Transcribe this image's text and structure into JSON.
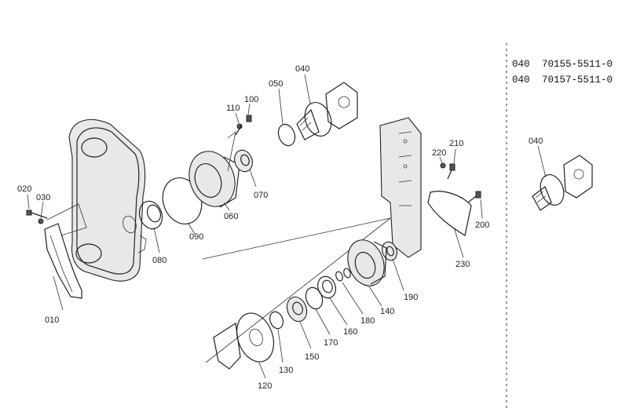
{
  "callouts": {
    "c010": "010",
    "c020": "020",
    "c030": "030",
    "c040": "040",
    "c050": "050",
    "c060": "060",
    "c070": "070",
    "c080": "080",
    "c090": "090",
    "c100": "100",
    "c110": "110",
    "c120": "120",
    "c130": "130",
    "c140": "140",
    "c150": "150",
    "c160": "160",
    "c170": "170",
    "c180": "180",
    "c190": "190",
    "c200": "200",
    "c210": "210",
    "c220": "220",
    "c230": "230",
    "c040b": "040"
  },
  "reference": {
    "rows": [
      {
        "ref": "040",
        "part": "70155-5511-0"
      },
      {
        "ref": "040",
        "part": "70157-5511-0"
      }
    ]
  }
}
